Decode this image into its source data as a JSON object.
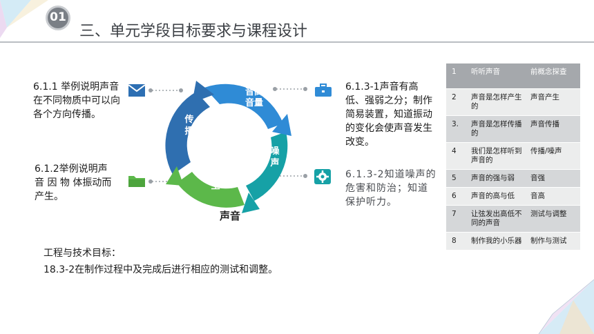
{
  "header": {
    "number": "01",
    "title": "三、单元学段目标要求与课程设计"
  },
  "cycle": {
    "center_label": "声音",
    "segments": [
      {
        "label": "音高\n音量",
        "color": "#2f8bd6"
      },
      {
        "label": "噪\n声",
        "color": "#16a1a6"
      },
      {
        "label": "产\n生",
        "color": "#5cb84a"
      },
      {
        "label": "传\n播",
        "color": "#2f6fb0"
      }
    ]
  },
  "objectives": {
    "obj_611": "6.1.1  举例说明声音在不同物质中可以向各个方向传播。",
    "obj_612": "6.1.2举例说明声音 因 物 体振动而产生。",
    "obj_6131": "6.1.3-1声音有高低、强弱之分；制作简易装置，知道振动的变化会使声音发生改变。",
    "obj_6132": "6.1.3-2知道噪声的危害和防治；知道保护听力。"
  },
  "icons": [
    "mail-icon",
    "folder-icon",
    "briefcase-icon",
    "gear-icon"
  ],
  "table": {
    "header": [
      "1",
      "听听声音",
      "前概念探查"
    ],
    "rows": [
      [
        "2",
        "声音是怎样产生的",
        "声音产生"
      ],
      [
        "3.",
        "声音是怎样传播的",
        "声音传播"
      ],
      [
        "4",
        "我们是怎样听到声音的",
        "传播/噪声"
      ],
      [
        "5",
        "声音的强与弱",
        "音强"
      ],
      [
        "6",
        "声音的高与低",
        "音高"
      ],
      [
        "7",
        "让弦发出高低不同的声音",
        "测试与调整"
      ],
      [
        "8",
        "制作我的小乐器",
        "制作与测试"
      ]
    ]
  },
  "engineering": {
    "title": "工程与技术目标：",
    "text": "18.3-2在制作过程中及完成后进行相应的测试和调整。"
  }
}
